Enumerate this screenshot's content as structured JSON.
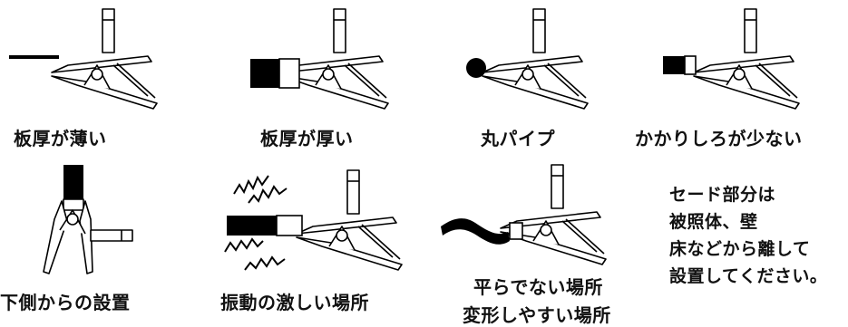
{
  "captions": {
    "thin_plate": "板厚が薄い",
    "thick_plate": "板厚が厚い",
    "round_pipe": "丸パイプ",
    "small_grip": "かかりしろが少ない",
    "from_below": "下側からの設置",
    "vibration": "振動の激しい場所",
    "uneven_line1": "平らでない場所",
    "uneven_line2": "変形しやすい場所"
  },
  "note": {
    "line1": "セード部分は",
    "line2": "被照体、壁",
    "line3": "床などから離して",
    "line4": "設置してください。"
  }
}
